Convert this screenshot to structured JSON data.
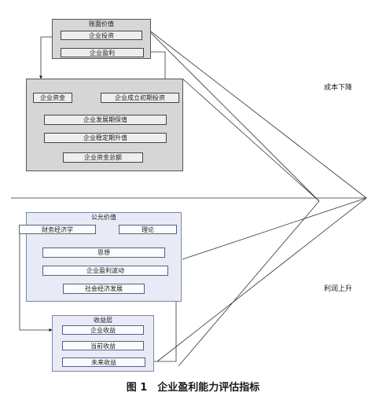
{
  "top_panel": {
    "title": "账面价值",
    "invest": "企业投资",
    "profit": "企业盈利"
  },
  "mid_panel": {
    "funds": "企业资金",
    "initial_invest": "企业成立初期投资",
    "dev_value": "企业发展期保值",
    "stable_value": "企业稳定期升值",
    "total_assets": "企业资金总额"
  },
  "public_panel": {
    "title": "公允价值",
    "fin_econ": "财务经济学",
    "theory": "理论",
    "thought": "思想",
    "fluctuation": "企业盈利波动",
    "social_dev": "社会经济发展"
  },
  "income_panel": {
    "title": "收益层",
    "enterprise": "企业收益",
    "current": "当前收益",
    "future": "未来收益"
  },
  "side_labels": {
    "cost_down": "成本下降",
    "profit_up": "利润上升"
  },
  "caption": "图 1　企业盈利能力评估指标"
}
